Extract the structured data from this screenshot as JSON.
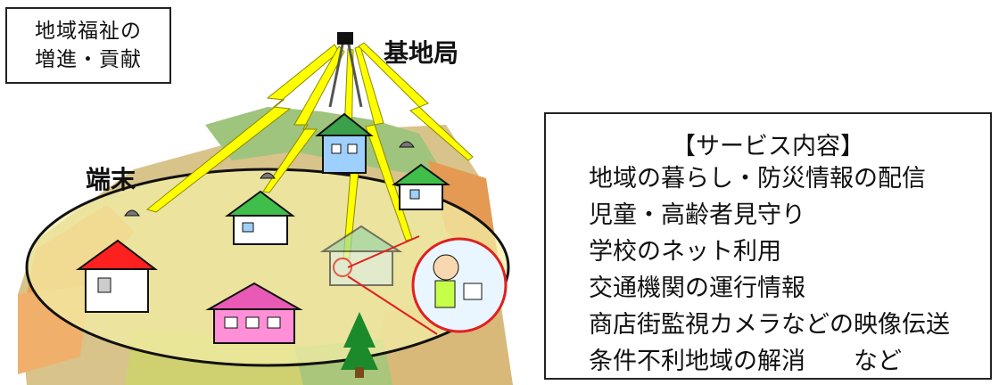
{
  "goal_box": {
    "line1": "地域福祉の",
    "line2": "増進・貢献"
  },
  "labels": {
    "base_station": "基地局",
    "terminal": "端末"
  },
  "services": {
    "title": "【サービス内容】",
    "items": [
      "地域の暮らし・防災情報の配信",
      "児童・高齢者見守り",
      "学校のネット利用",
      "交通機関の運行情報",
      "商店街監視カメラなどの映像伝送",
      "条件不利地域の解消　　など"
    ]
  },
  "colors": {
    "bolt": "#ffff00",
    "field_yellow": "#e8e58a",
    "field_orange": "#f2a65a",
    "field_green": "#7db36b",
    "coverage_ring": "#111111",
    "callout_red": "#e02020"
  },
  "icons": [
    "antenna-tower-icon",
    "lightning-bolt-icon",
    "house-icon",
    "dish-antenna-icon",
    "tree-icon",
    "person-at-computer-icon"
  ]
}
